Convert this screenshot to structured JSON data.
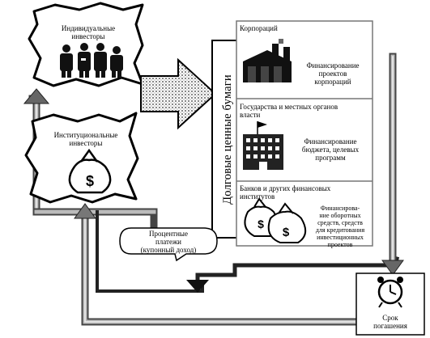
{
  "investors": {
    "individual_label": "Индивидуальные\nинвесторы",
    "institutional_label": "Институциональные\nинвесторы"
  },
  "securities_title": "Долговые ценные бумаги",
  "issuers": [
    {
      "name": "Корпораций",
      "purpose": "Финансирование\nпроектов\nкорпораций"
    },
    {
      "name": "Государства и местных органов\nвласти",
      "purpose": "Финансирование\nбюджета, целевых\nпрограмм"
    },
    {
      "name": "Банков и других финансовых\nинститутов",
      "purpose": "Финансирова-\nние оборотных\nсредств, средств\nдля кредитования\nинвестиционных\nпроектов"
    }
  ],
  "coupon_label": "Процентные\nплатежи\n(купонный доход)",
  "maturity_label": "Срок\nпогашения",
  "icons": {
    "people": "people-icon",
    "money_bag": "money-bag-icon",
    "factory": "factory-icon",
    "government_building": "government-building-icon",
    "money_bags": "money-bags-icon",
    "alarm_clock": "alarm-clock-icon"
  }
}
